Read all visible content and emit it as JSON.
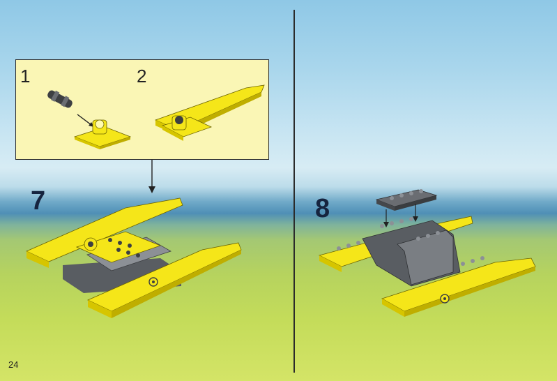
{
  "page": {
    "number": "24"
  },
  "inset": {
    "substeps": [
      {
        "label": "1"
      },
      {
        "label": "2"
      }
    ]
  },
  "steps": [
    {
      "number": "7"
    },
    {
      "number": "8"
    }
  ],
  "colors": {
    "brick_yellow": "#f5e619",
    "brick_dark_gray": "#595d62",
    "brick_light_gray": "#8c9096",
    "inset_background": "#faf6b5"
  }
}
